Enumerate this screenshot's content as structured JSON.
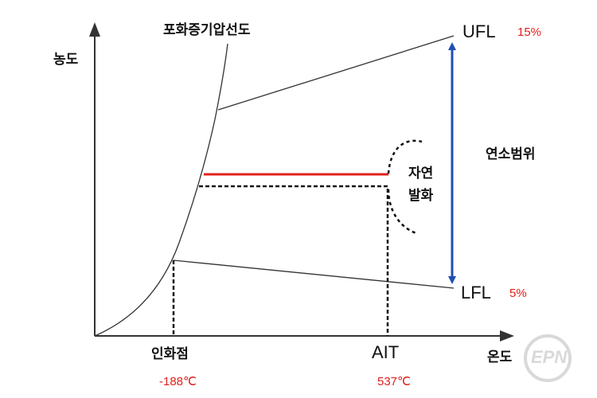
{
  "labels": {
    "y_axis": "농도",
    "x_axis": "온도",
    "curve": "포화증기압선도",
    "ufl": "UFL",
    "ufl_pct": "15%",
    "lfl": "LFL",
    "lfl_pct": "5%",
    "range": "연소범위",
    "autoignition_line1": "자연",
    "autoignition_line2": "발화",
    "flash_point": "인화점",
    "flash_point_temp": "-188℃",
    "ait": "AIT",
    "ait_temp": "537℃",
    "watermark": "EPN"
  },
  "colors": {
    "line": "#333333",
    "red_line": "#e0201b",
    "blue_arrow": "#1f4fb4",
    "red_text": "#e0201b",
    "watermark": "#d9d9d9"
  }
}
